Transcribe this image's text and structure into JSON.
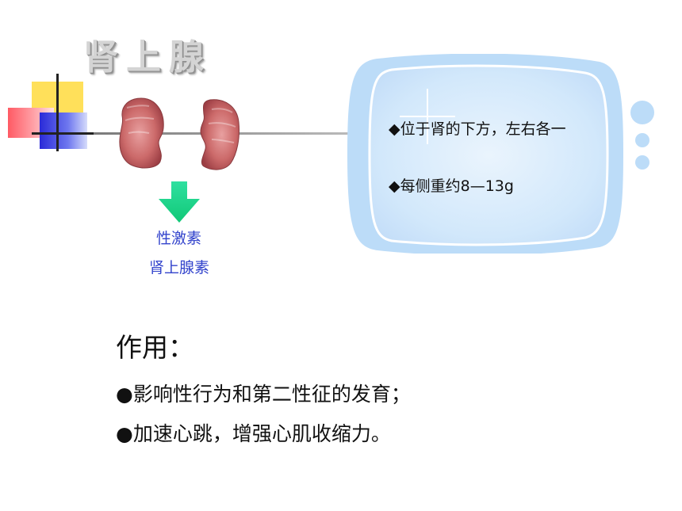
{
  "slide": {
    "title": "肾上腺",
    "hormones": [
      "性激素",
      "肾上腺素"
    ],
    "info_card": {
      "lines": [
        "◆位于肾的下方，左右各一",
        "◆每侧重约8—13g"
      ]
    },
    "function": {
      "heading": "作用：",
      "items": [
        "●影响性行为和第二性征的发育；",
        "●加速心跳，增强心肌收缩力。"
      ]
    }
  },
  "colors": {
    "title_gray": "#d4d4d4",
    "hormone_blue": "#3344cc",
    "card_blue": "#bcdcf8",
    "arrow_green": "#22dd88",
    "kidney_red": "#cc6a6a"
  }
}
